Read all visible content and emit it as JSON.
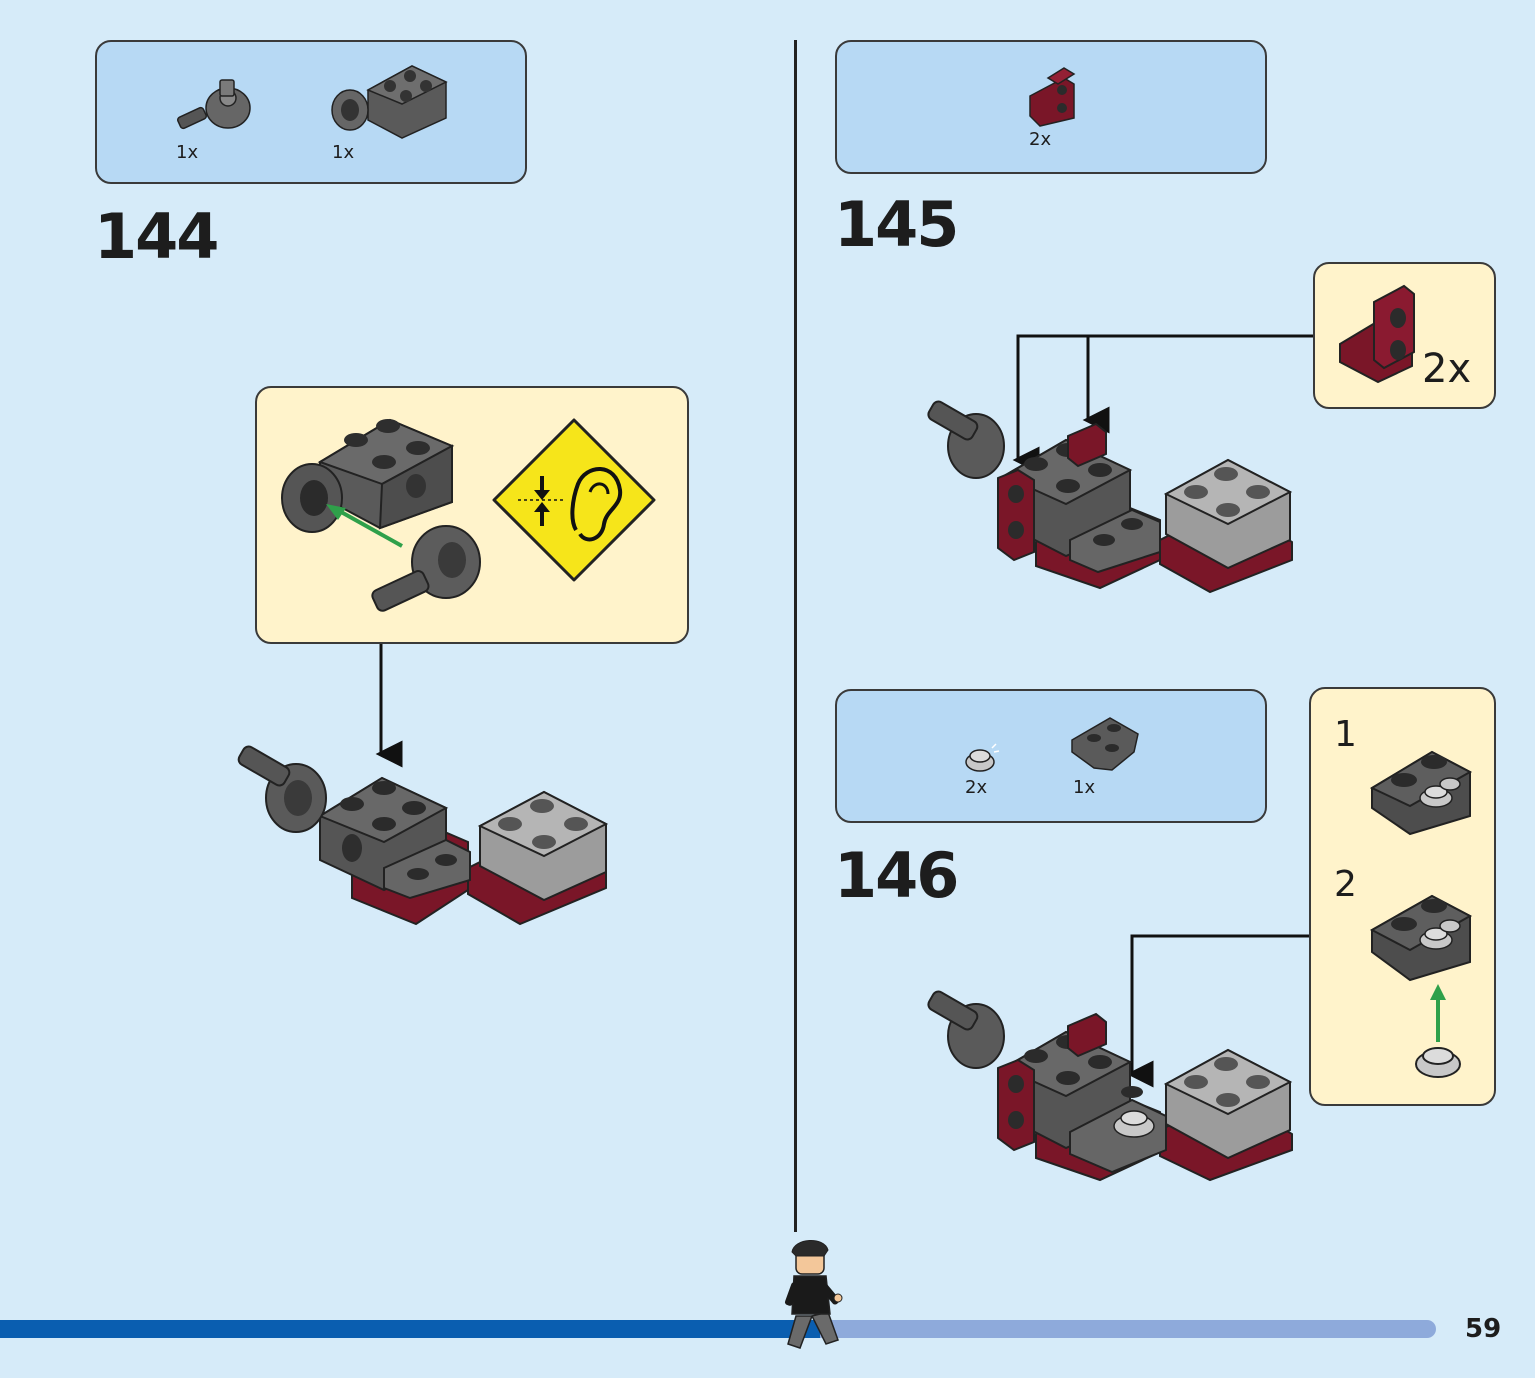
{
  "page": {
    "page_number": "59"
  },
  "step_144": {
    "number": "144",
    "parts": [
      {
        "qty": "1x",
        "part": "ball joint connector piece"
      },
      {
        "qty": "1x",
        "part": "gray brick with socket"
      }
    ],
    "callout_icon": "click-sound-icon"
  },
  "step_145": {
    "number": "145",
    "parts": [
      {
        "qty": "2x",
        "part": "dark red bracket"
      }
    ],
    "callout_qty": "2x"
  },
  "step_146": {
    "number": "146",
    "parts": [
      {
        "qty": "2x",
        "part": "light gray round tile"
      },
      {
        "qty": "1x",
        "part": "dark gray wedge plate"
      }
    ],
    "callout_steps": [
      "1",
      "2"
    ]
  },
  "colors": {
    "background": "#d6ebf9",
    "parts_box": "#b7d9f4",
    "callout_box": "#fff3cb",
    "dark_gray": "#5a5a5a",
    "mid_gray": "#7a7a7a",
    "light_gray": "#b5b5b5",
    "dark_red": "#7a1628",
    "warning_yellow": "#f6e51a",
    "green_arrow": "#2fa04a",
    "progress_done": "#0a5eb0",
    "progress_remaining": "#8eaadb"
  }
}
